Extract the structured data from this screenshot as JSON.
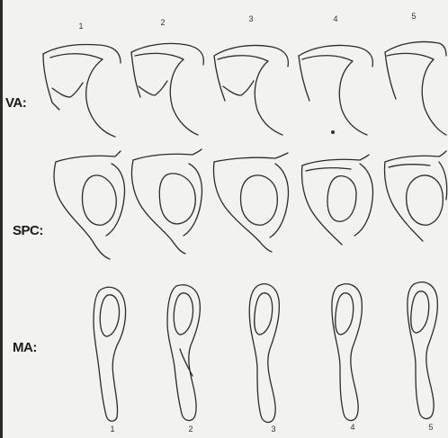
{
  "rows": [
    {
      "id": "va",
      "label": "VA:"
    },
    {
      "id": "spc",
      "label": "SPC:"
    },
    {
      "id": "ma",
      "label": "MA:"
    }
  ],
  "column_numbers_top": [
    "1",
    "2",
    "3",
    "4",
    "5"
  ],
  "column_numbers_bottom": [
    "1",
    "2",
    "3",
    "4",
    "5"
  ]
}
